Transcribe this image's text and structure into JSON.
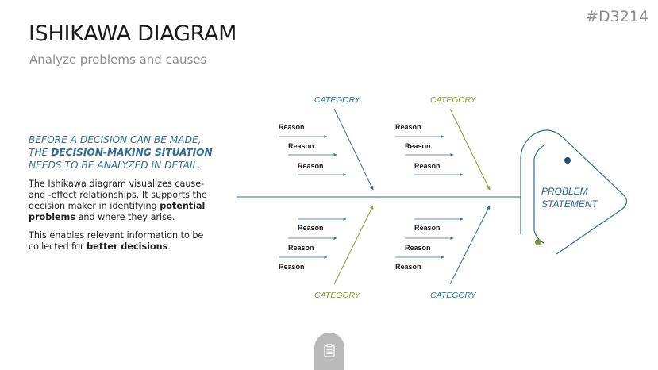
{
  "header": {
    "code": "#D3214",
    "title": "ISHIKAWA DIAGRAM",
    "subtitle": "Analyze problems and causes"
  },
  "intro": {
    "headline_line1": "BEFORE A DECISION CAN BE MADE,",
    "headline_line2_pre": "THE ",
    "headline_line2_bold": "DECISION-MAKING SITUATION",
    "headline_line3": "NEEDS TO BE ANALYZED IN DETAIL.",
    "para1_text": "The Ishikawa diagram visualizes cause- and -effect relationships. It supports the decision maker in identifying ",
    "para1_bold": "potential problems",
    "para1_tail": " and where they arise.",
    "para2_text": "This enables relevant information to be collected for ",
    "para2_bold": "better decisions",
    "para2_tail": "."
  },
  "diagram": {
    "problem_line1": "PROBLEM",
    "problem_line2": "STATEMENT",
    "categories": [
      {
        "label": "CATEGORY",
        "color": "#2e6c99",
        "reasons": [
          "Reason",
          "Reason",
          "Reason"
        ]
      },
      {
        "label": "CATEGORY",
        "color": "#8a9a3c",
        "reasons": [
          "Reason",
          "Reason",
          "Reason"
        ]
      },
      {
        "label": "CATEGORY",
        "color": "#8a9a3c",
        "reasons": [
          "Reason",
          "Reason",
          "Reason"
        ]
      },
      {
        "label": "CATEGORY",
        "color": "#2e6c99",
        "reasons": [
          "Reason",
          "Reason",
          "Reason"
        ]
      }
    ],
    "spine_color": "#2e6c99",
    "dot_dark": "#1f4e79",
    "dot_green": "#7f9a3a"
  },
  "footer": {
    "clipboard_icon": "clipboard-icon"
  }
}
